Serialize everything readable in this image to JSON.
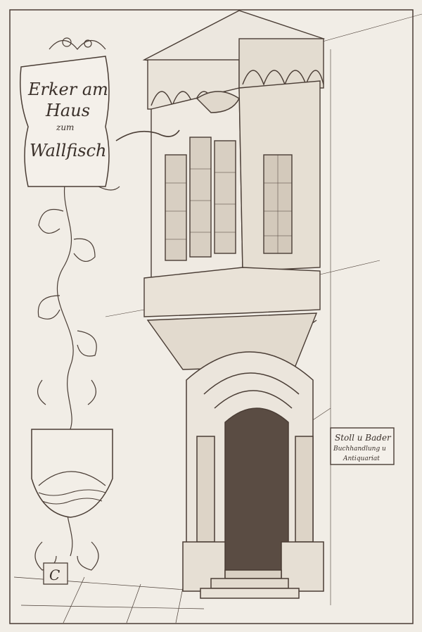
{
  "banner": {
    "line1": "Erker am",
    "line2": "Haus",
    "line3": "zum",
    "line4": "Wallfisch"
  },
  "shop_sign": {
    "line1": "Stoll u Bader",
    "line2": "Buchhandlung u",
    "line3": "Antiquariat"
  },
  "emblem_letter": "C",
  "colors": {
    "paper": "#f1ede6",
    "ink": "#4a3d35"
  }
}
